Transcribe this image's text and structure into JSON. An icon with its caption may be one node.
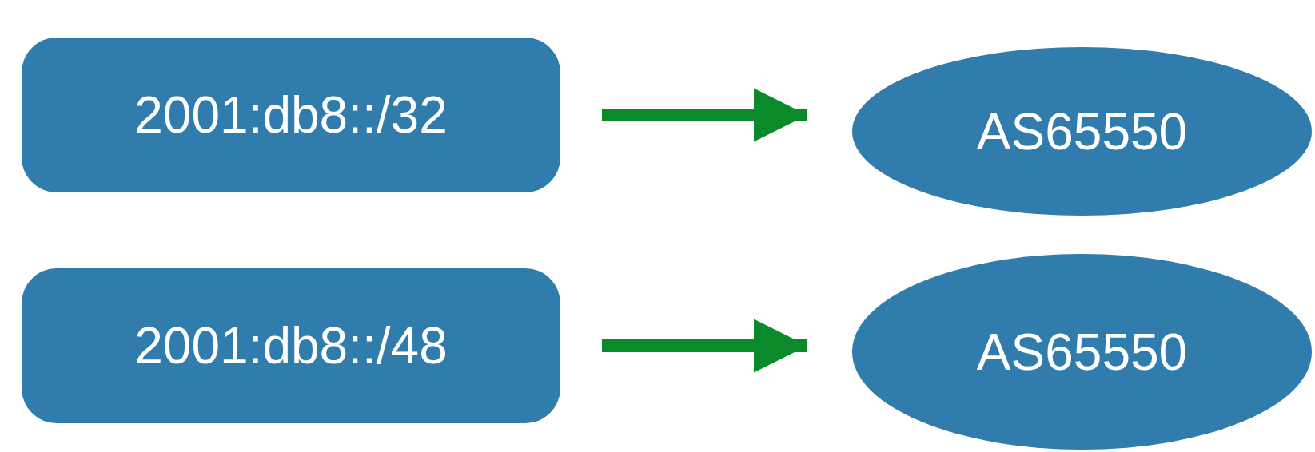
{
  "diagram": {
    "nodes": [
      {
        "text": [
          "2001:db8::/32"
        ]
      },
      {
        "text": [
          "AS65550"
        ]
      },
      {
        "text": [
          "2001:db8::/48"
        ]
      },
      {
        "text": [
          "AS65550"
        ]
      }
    ],
    "edges": [
      {
        "from": 0,
        "to": 1,
        "arrow": "to"
      },
      {
        "from": 2,
        "to": 3,
        "arrow": "to"
      }
    ]
  }
}
